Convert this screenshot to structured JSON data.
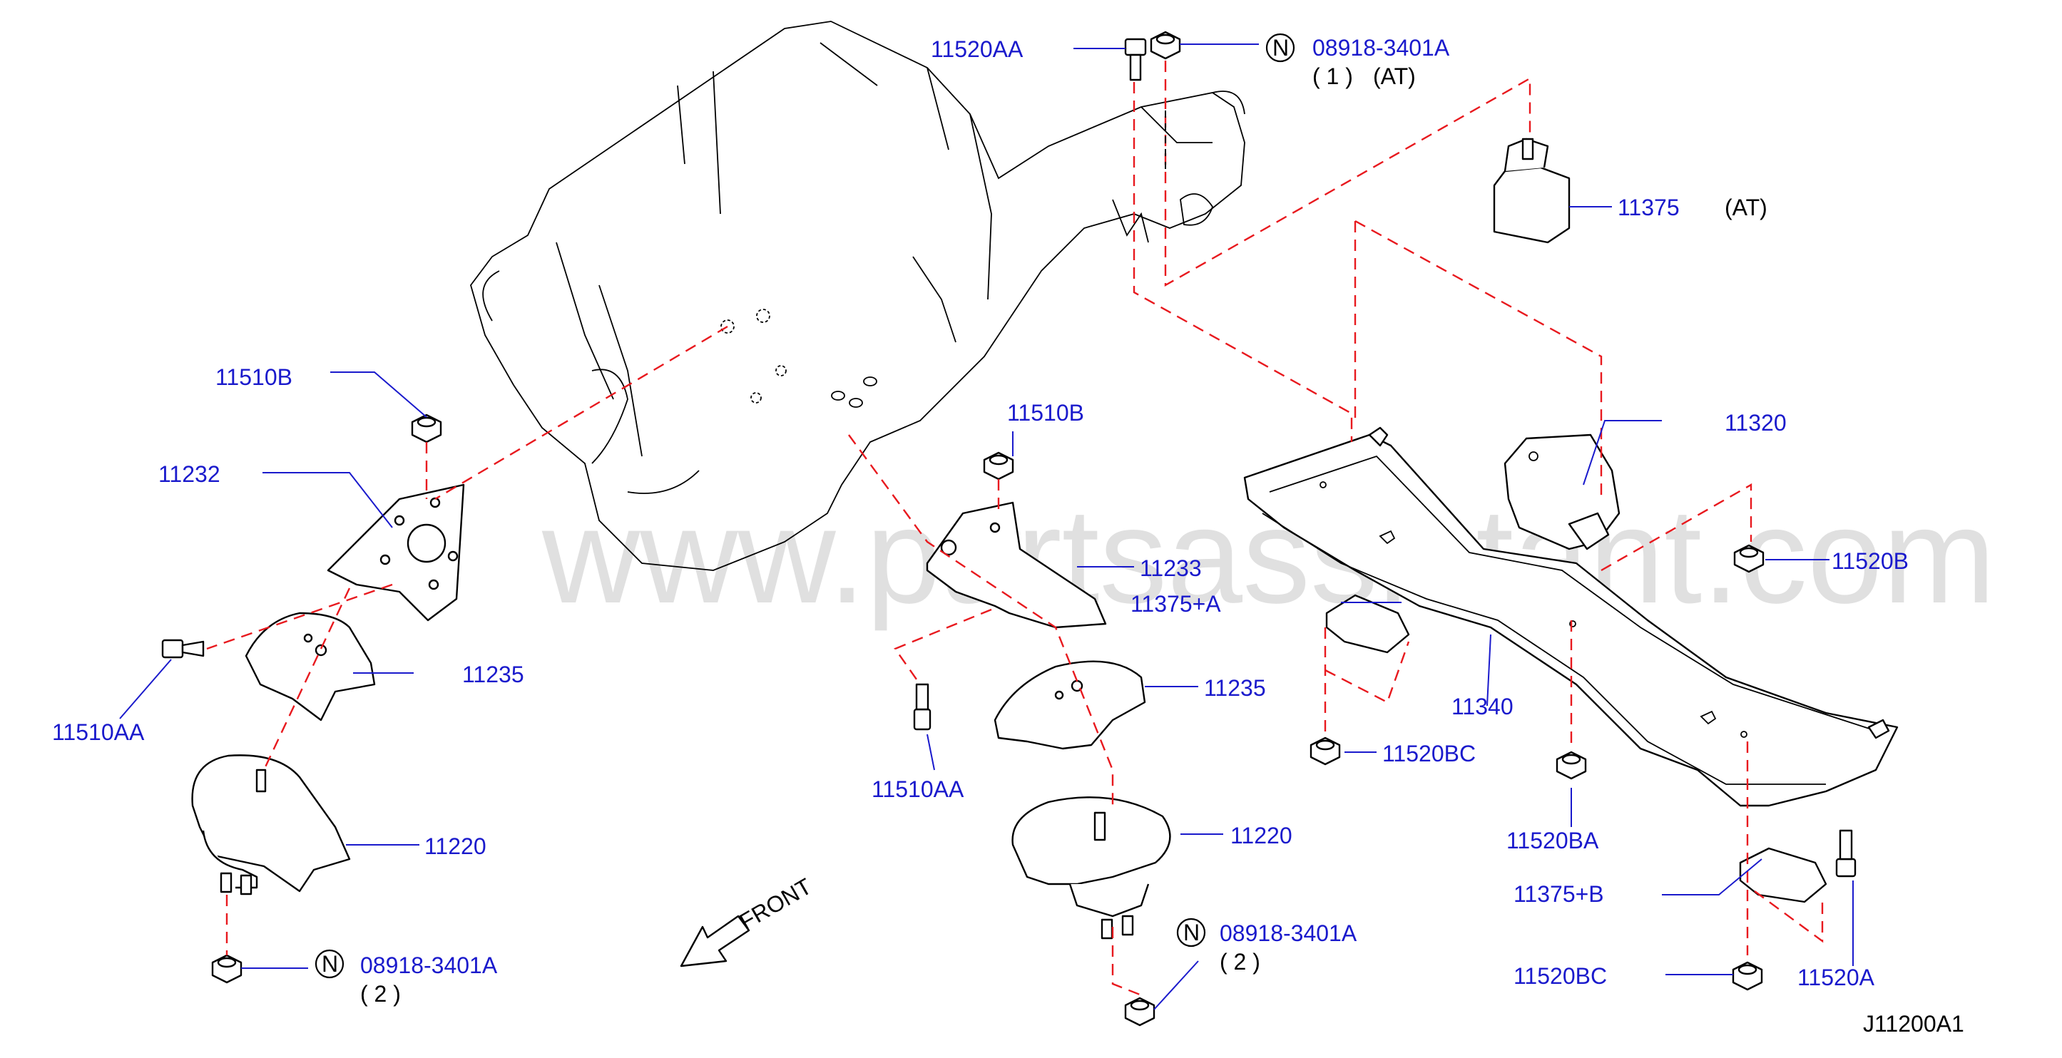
{
  "watermark": "www.partsassistant.com",
  "diagram_code": "J11200A1",
  "front_label": "FRONT",
  "notation": {
    "n_mark": "N",
    "n1": {
      "part": "08918-3401A",
      "qty": "( 1 )",
      "note": "(AT)"
    },
    "n2": {
      "part": "08918-3401A",
      "qty": "( 2 )"
    },
    "n3": {
      "part": "08918-3401A",
      "qty": "( 2 )"
    }
  },
  "parts": {
    "p11520AA": "11520AA",
    "p11375_top": "11375",
    "p11375_note": "(AT)",
    "p11510B_left": "11510B",
    "p11510B_mid": "11510B",
    "p11232": "11232",
    "p11233": "11233",
    "p11320": "11320",
    "p11520B": "11520B",
    "p11375A": "11375+A",
    "p11235_left": "11235",
    "p11235_mid": "11235",
    "p11510AA_left": "11510AA",
    "p11510AA_mid": "11510AA",
    "p11340": "11340",
    "p11520BC_top": "11520BC",
    "p11220_left": "11220",
    "p11220_mid": "11220",
    "p11520BA": "11520BA",
    "p11375B": "11375+B",
    "p11520BC_bottom": "11520BC",
    "p11520A": "11520A"
  }
}
